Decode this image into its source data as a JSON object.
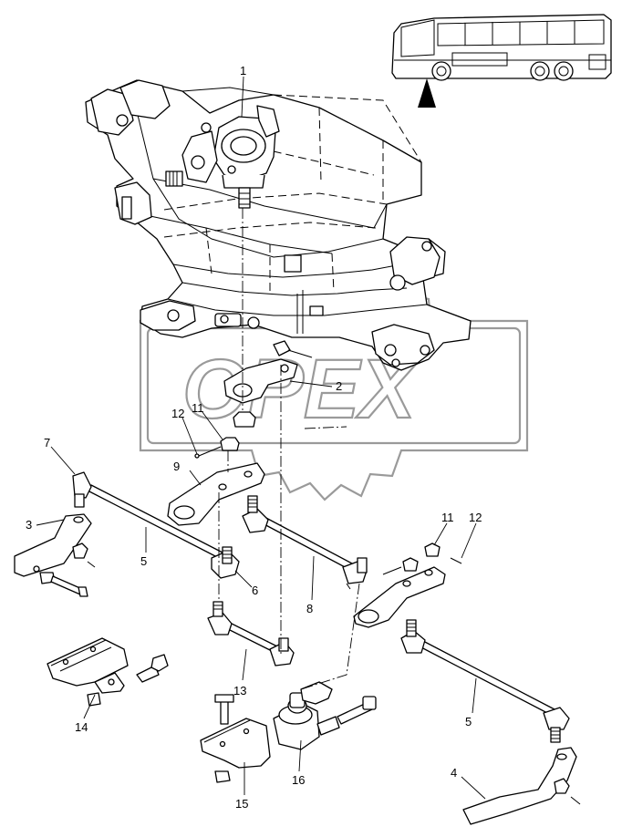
{
  "diagram": {
    "watermark_text": "OPEX",
    "callouts": [
      {
        "id": "c1",
        "label": "1"
      },
      {
        "id": "c2",
        "label": "2"
      },
      {
        "id": "c3",
        "label": "3"
      },
      {
        "id": "c4",
        "label": "4"
      },
      {
        "id": "c5a",
        "label": "5"
      },
      {
        "id": "c5b",
        "label": "5"
      },
      {
        "id": "c6",
        "label": "6"
      },
      {
        "id": "c7",
        "label": "7"
      },
      {
        "id": "c8",
        "label": "8"
      },
      {
        "id": "c9",
        "label": "9"
      },
      {
        "id": "c11a",
        "label": "11"
      },
      {
        "id": "c11b",
        "label": "11"
      },
      {
        "id": "c12a",
        "label": "12"
      },
      {
        "id": "c12b",
        "label": "12"
      },
      {
        "id": "c13",
        "label": "13"
      },
      {
        "id": "c14",
        "label": "14"
      },
      {
        "id": "c15",
        "label": "15"
      },
      {
        "id": "c16",
        "label": "16"
      }
    ]
  },
  "colors": {
    "line": "#000000",
    "watermark": "#9a9a9a",
    "background": "#ffffff"
  }
}
